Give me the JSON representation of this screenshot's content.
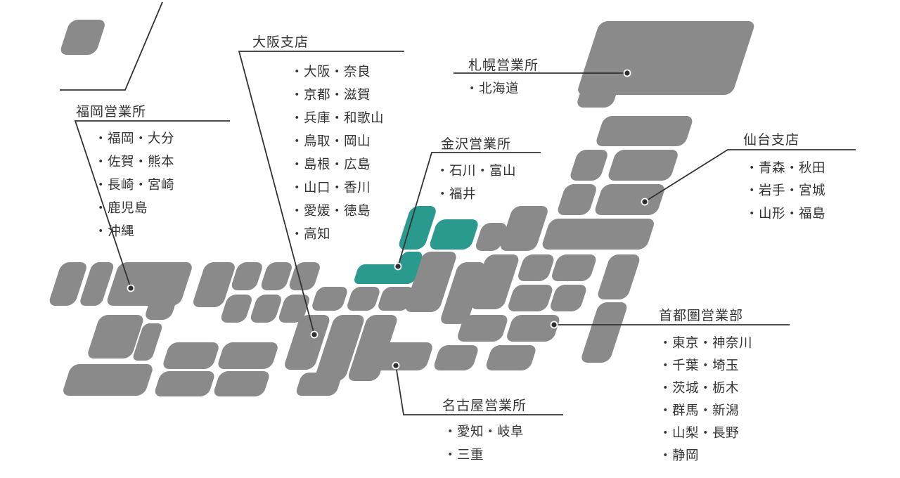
{
  "colors": {
    "tile_gray": "#8a8a8a",
    "highlight_teal": "#2a9a8f",
    "line": "#333333",
    "text": "#333333",
    "leader_dot": "#2f2f2f",
    "background": "#ffffff"
  },
  "map": {
    "highlighted_office": "金沢営業所"
  },
  "offices": [
    {
      "name": "札幌営業所",
      "prefectures": [
        "・北海道"
      ]
    },
    {
      "name": "仙台支店",
      "prefectures": [
        "・青森・秋田",
        "・岩手・宮城",
        "・山形・福島"
      ]
    },
    {
      "name": "金沢営業所",
      "prefectures": [
        "・石川・富山",
        "・福井"
      ]
    },
    {
      "name": "首都圏営業部",
      "prefectures": [
        "・東京・神奈川",
        "・千葉・埼玉",
        "・茨城・栃木",
        "・群馬・新潟",
        "・山梨・長野",
        "・静岡"
      ]
    },
    {
      "name": "大阪支店",
      "prefectures": [
        "・大阪・奈良",
        "・京都・滋賀",
        "・兵庫・和歌山",
        "・鳥取・岡山",
        "・島根・広島",
        "・山口・香川",
        "・愛媛・徳島",
        "・高知"
      ]
    },
    {
      "name": "名古屋営業所",
      "prefectures": [
        "・愛知・岐阜",
        "・三重"
      ]
    },
    {
      "name": "福岡営業所",
      "prefectures": [
        "・福岡・大分",
        "・佐賀・熊本",
        "・長崎・宮崎",
        "・鹿児島",
        "・沖縄"
      ]
    }
  ]
}
